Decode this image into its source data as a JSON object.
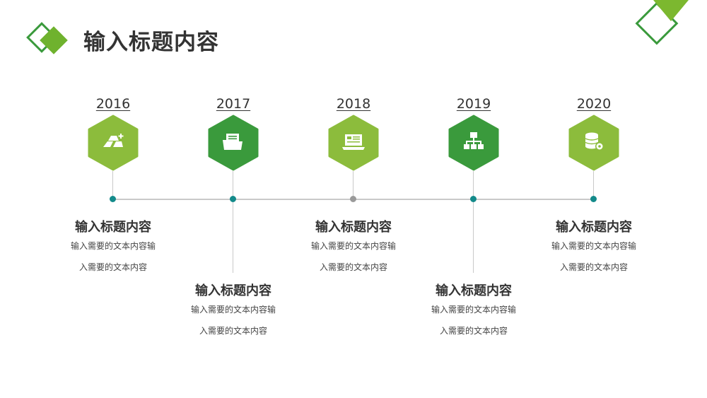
{
  "page": {
    "title": "输入标题内容"
  },
  "colors": {
    "green_light": "#8cbc3c",
    "green_dark": "#3a9a3c",
    "dot_teal": "#138a8a",
    "dot_gray": "#9a9a9a",
    "line": "#c9c9c9"
  },
  "timeline": [
    {
      "year": "2016",
      "icon": "gold-bars-icon",
      "title": "输入标题内容",
      "line1": "输入需要的文本内容输",
      "line2": "入需要的文本内容"
    },
    {
      "year": "2017",
      "icon": "folder-icon",
      "title": "输入标题内容",
      "line1": "输入需要的文本内容输",
      "line2": "入需要的文本内容"
    },
    {
      "year": "2018",
      "icon": "laptop-icon",
      "title": "输入标题内容",
      "line1": "输入需要的文本内容输",
      "line2": "入需要的文本内容"
    },
    {
      "year": "2019",
      "icon": "org-chart-icon",
      "title": "输入标题内容",
      "line1": "输入需要的文本内容输",
      "line2": "入需要的文本内容"
    },
    {
      "year": "2020",
      "icon": "database-settings-icon",
      "title": "输入标题内容",
      "line1": "输入需要的文本内容输",
      "line2": "入需要的文本内容"
    }
  ]
}
